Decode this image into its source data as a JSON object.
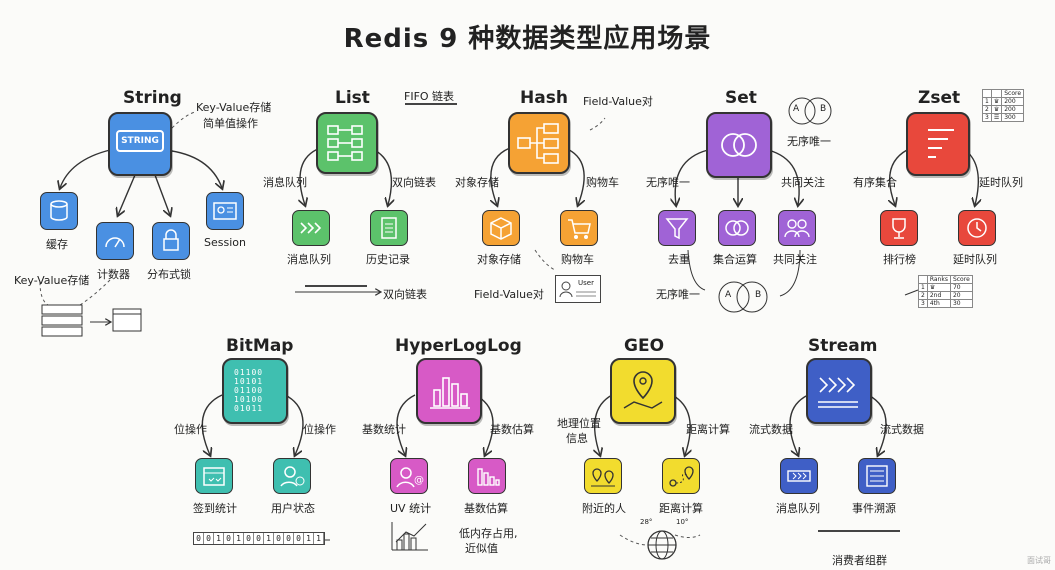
{
  "title": "Redis 9 种数据类型应用场景",
  "watermark": "面试哥",
  "string": {
    "name": "String",
    "box_text": "STRING",
    "note": [
      "Key-Value存储",
      "简单值操作"
    ],
    "children": [
      "缓存",
      "计数器",
      "分布式锁",
      "Session"
    ],
    "sub_note": "Key-Value存储",
    "color": "#4a90e2"
  },
  "list": {
    "name": "List",
    "note": "FIFO 链表",
    "branch_left": "消息队列",
    "branch_right": "双向链表",
    "children": [
      "消息队列",
      "历史记录"
    ],
    "sub_note": "双向链表",
    "color": "#5cc26b"
  },
  "hash": {
    "name": "Hash",
    "note": "Field-Value对",
    "branch_left": "对象存储",
    "branch_right": "购物车",
    "children": [
      "对象存储",
      "购物车"
    ],
    "sub_note": "Field-Value对",
    "card_label": "User",
    "color": "#f5a234"
  },
  "set": {
    "name": "Set",
    "venn": [
      "A",
      "B"
    ],
    "note": "无序唯一",
    "branch_left": "无序唯一",
    "branch_right": "共同关注",
    "children": [
      "去重",
      "集合运算",
      "共同关注"
    ],
    "sub_note": "无序唯一",
    "color": "#a063d6"
  },
  "zset": {
    "name": "Zset",
    "branch_left": "有序集合",
    "branch_right": "延时队列",
    "children": [
      "排行榜",
      "延时队列"
    ],
    "score_header": "Score",
    "score_rows": [
      [
        "1",
        "200"
      ],
      [
        "2",
        "200"
      ],
      [
        "3",
        "300"
      ]
    ],
    "rank_headers": [
      "Ranks",
      "Score"
    ],
    "rank_rows": [
      [
        "1",
        "",
        "70"
      ],
      [
        "2",
        "2nd",
        "20"
      ],
      [
        "3",
        "4th",
        "30"
      ]
    ],
    "color": "#e8483c"
  },
  "bitmap": {
    "name": "BitMap",
    "grid": [
      "01100",
      "10101",
      "01100",
      "10100",
      "01011"
    ],
    "branch_left": "位操作",
    "branch_right": "位操作",
    "children": [
      "签到统计",
      "用户状态"
    ],
    "bits": "0010100100011",
    "color": "#3fbfb0"
  },
  "hll": {
    "name": "HyperLogLog",
    "branch_left": "基数统计",
    "branch_right": "基数估算",
    "children": [
      "UV 统计",
      "基数估算"
    ],
    "sub_note": [
      "低内存占用,",
      "近似值"
    ],
    "color": "#d75ac6"
  },
  "geo": {
    "name": "GEO",
    "branch_left": [
      "地理位置",
      "信息"
    ],
    "branch_right": "距离计算",
    "children": [
      "附近的人",
      "距离计算"
    ],
    "degrees": [
      "28°",
      "10°"
    ],
    "color": "#f2dc2e"
  },
  "stream": {
    "name": "Stream",
    "branch_left": "流式数据",
    "branch_right": "流式数据",
    "children": [
      "消息队列",
      "事件溯源"
    ],
    "sub_note": "消费者组群",
    "color": "#3f5fc6"
  }
}
